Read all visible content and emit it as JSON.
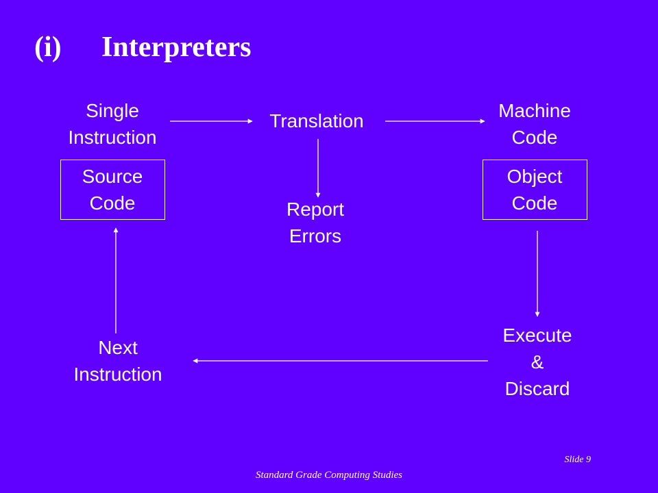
{
  "slide": {
    "title_number": "(i)",
    "title_text": "Interpreters",
    "slide_number": "Slide 9",
    "footer": "Standard Grade Computing Studies"
  },
  "colors": {
    "background": "#6000FF",
    "foreground": "#FFFFFF"
  },
  "diagram": {
    "single_instruction": [
      "Single",
      "Instruction"
    ],
    "translation": "Translation",
    "machine_code": [
      "Machine",
      "Code"
    ],
    "source_code": [
      "Source",
      "Code"
    ],
    "report_errors": [
      "Report",
      "Errors"
    ],
    "object_code": [
      "Object",
      "Code"
    ],
    "next_instruction": [
      "Next",
      "Instruction"
    ],
    "execute_discard": [
      "Execute",
      "&",
      "Discard"
    ]
  }
}
